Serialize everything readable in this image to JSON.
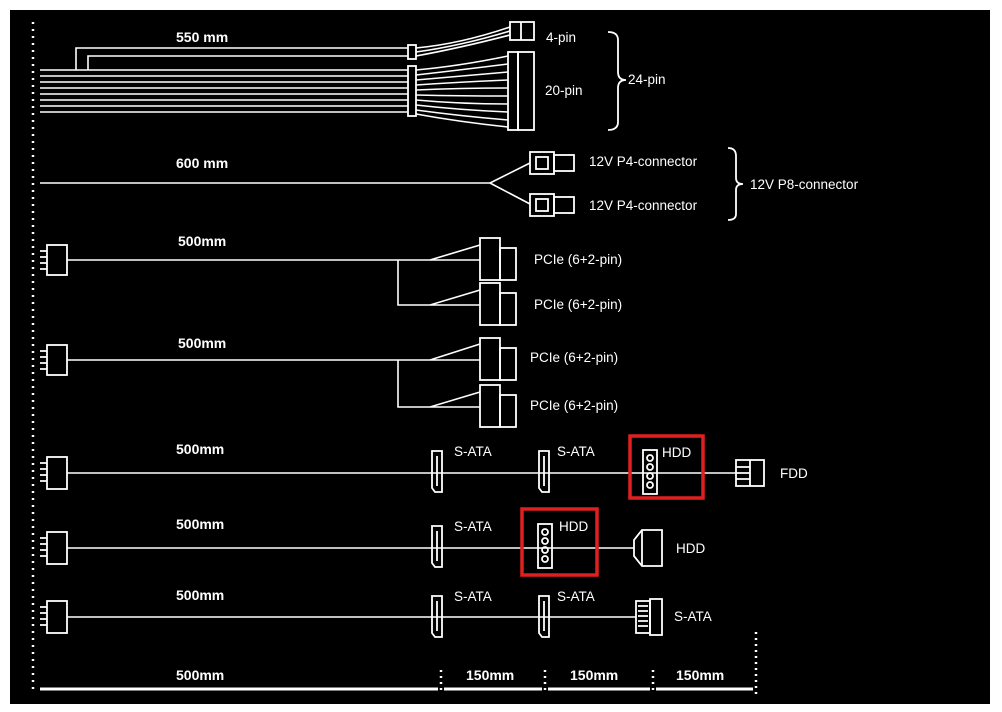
{
  "lengths": {
    "main24": "550 mm",
    "cpu": "600 mm",
    "pcie1": "500mm",
    "pcie2": "500mm",
    "row5": "500mm",
    "row6": "500mm",
    "row7": "500mm"
  },
  "connectors": {
    "pin4": "4-pin",
    "pin20": "20-pin",
    "pin24": "24-pin",
    "p4_a": "12V P4-connector",
    "p4_b": "12V P4-connector",
    "p8": "12V P8-connector",
    "pcie_a": "PCIe (6+2-pin)",
    "pcie_b": "PCIe (6+2-pin)",
    "pcie_c": "PCIe (6+2-pin)",
    "pcie_d": "PCIe (6+2-pin)",
    "r5_sata1": "S-ATA",
    "r5_sata2": "S-ATA",
    "r5_hdd": "HDD",
    "r5_fdd": "FDD",
    "r6_sata1": "S-ATA",
    "r6_hdd": "HDD",
    "r6_end": "HDD",
    "r7_sata1": "S-ATA",
    "r7_sata2": "S-ATA",
    "r7_end": "S-ATA"
  },
  "scale": {
    "seg1": "500mm",
    "seg2": "150mm",
    "seg3": "150mm",
    "seg4": "150mm"
  },
  "colors": {
    "background": "#000000",
    "line": "#ffffff",
    "highlight": "#e02020"
  }
}
